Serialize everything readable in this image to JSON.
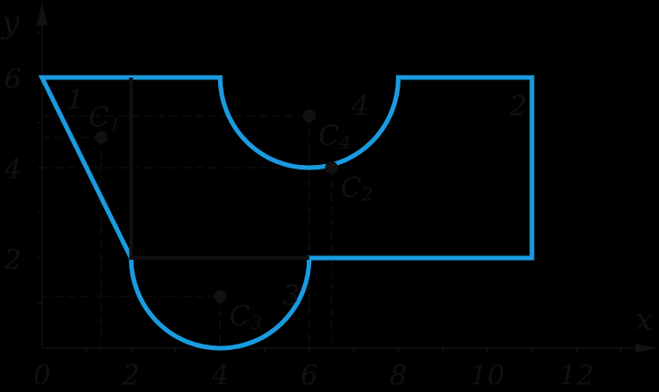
{
  "axes": {
    "x_label": "x",
    "y_label": "y",
    "x_ticks": [
      "0",
      "2",
      "4",
      "6",
      "8",
      "10",
      "12"
    ],
    "x_tick_values": [
      0,
      2,
      4,
      6,
      8,
      10,
      12
    ],
    "y_ticks": [
      "2",
      "4",
      "6"
    ],
    "y_tick_values": [
      2,
      4,
      6
    ]
  },
  "colors": {
    "outline": "#1a9be0",
    "lines": "#111111",
    "background": "#000000"
  },
  "regions": [
    {
      "label": "1",
      "at": [
        0.55,
        5.55
      ]
    },
    {
      "label": "2",
      "at": [
        10.5,
        5.4
      ]
    },
    {
      "label": "3",
      "at": [
        5.4,
        1.2
      ]
    },
    {
      "label": "4",
      "at": [
        6.95,
        5.4
      ]
    }
  ],
  "centroids": [
    {
      "name": "C1",
      "letter": "C",
      "sub": "1",
      "x": 1.33,
      "y": 4.67
    },
    {
      "name": "C2",
      "letter": "C",
      "sub": "2",
      "x": 6.5,
      "y": 4.0
    },
    {
      "name": "C3",
      "letter": "C",
      "sub": "3",
      "x": 4.0,
      "y": 1.15
    },
    {
      "name": "C4",
      "letter": "C",
      "sub": "4",
      "x": 6.0,
      "y": 5.15
    }
  ]
}
